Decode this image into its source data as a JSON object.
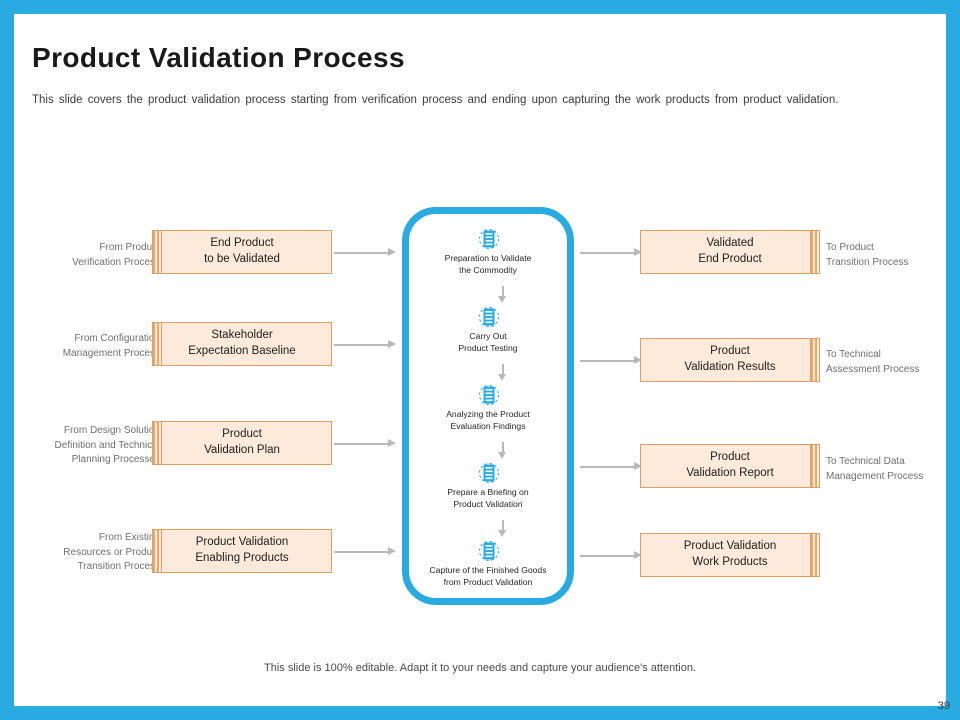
{
  "slide": {
    "title": "Product Validation Process",
    "subtitle": "This slide covers the product validation process starting from verification process and ending upon capturing the work products from product validation.",
    "footer_note": "This slide is 100% editable. Adapt it to your needs and capture your audience's attention.",
    "page_number": "39",
    "accent_color": "#29abe2",
    "box_fill": "#fdeada",
    "box_border": "#d9a066",
    "arrow_color": "#b9b9b9"
  },
  "inputs": [
    {
      "caption": "From Product\nVerification Process",
      "caption_line1": "From Product",
      "caption_line2": "Verification Process",
      "box_line1": "End Product",
      "box_line2": "to be Validated"
    },
    {
      "caption_line1": "From Configuration",
      "caption_line2": "Management Process",
      "box_line1": "Stakeholder",
      "box_line2": "Expectation Baseline"
    },
    {
      "caption_line1": "From Design Solution",
      "caption_line2": "Definition and Technical",
      "caption_line3": "Planning Processes",
      "box_line1": "Product",
      "box_line2": "Validation Plan"
    },
    {
      "caption_line1": "From Existing",
      "caption_line2": "Resources or Product",
      "caption_line3": "Transition Process",
      "box_line1": "Product Validation",
      "box_line2": "Enabling Products"
    }
  ],
  "steps": [
    {
      "line1": "Preparation to Validate",
      "line2": "the Commodity",
      "icon": "document-icon"
    },
    {
      "line1": "Carry Out",
      "line2": "Product Testing",
      "icon": "document-icon"
    },
    {
      "line1": "Analyzing the Product",
      "line2": "Evaluation Findings",
      "icon": "document-icon"
    },
    {
      "line1": "Prepare a Briefing on",
      "line2": "Product Validation",
      "icon": "document-icon"
    },
    {
      "line1": "Capture of the Finished Goods",
      "line2": "from Product Validation",
      "icon": "document-icon"
    }
  ],
  "outputs": [
    {
      "box_line1": "Validated",
      "box_line2": "End Product",
      "caption_line1": "To Product",
      "caption_line2": "Transition Process"
    },
    {
      "box_line1": "Product",
      "box_line2": "Validation Results",
      "caption_line1": "To Technical",
      "caption_line2": "Assessment Process"
    },
    {
      "box_line1": "Product",
      "box_line2": "Validation Report",
      "caption_line1": "To Technical Data",
      "caption_line2": "Management Process"
    },
    {
      "box_line1": "Product Validation",
      "box_line2": "Work Products",
      "caption_line1": "",
      "caption_line2": ""
    }
  ]
}
